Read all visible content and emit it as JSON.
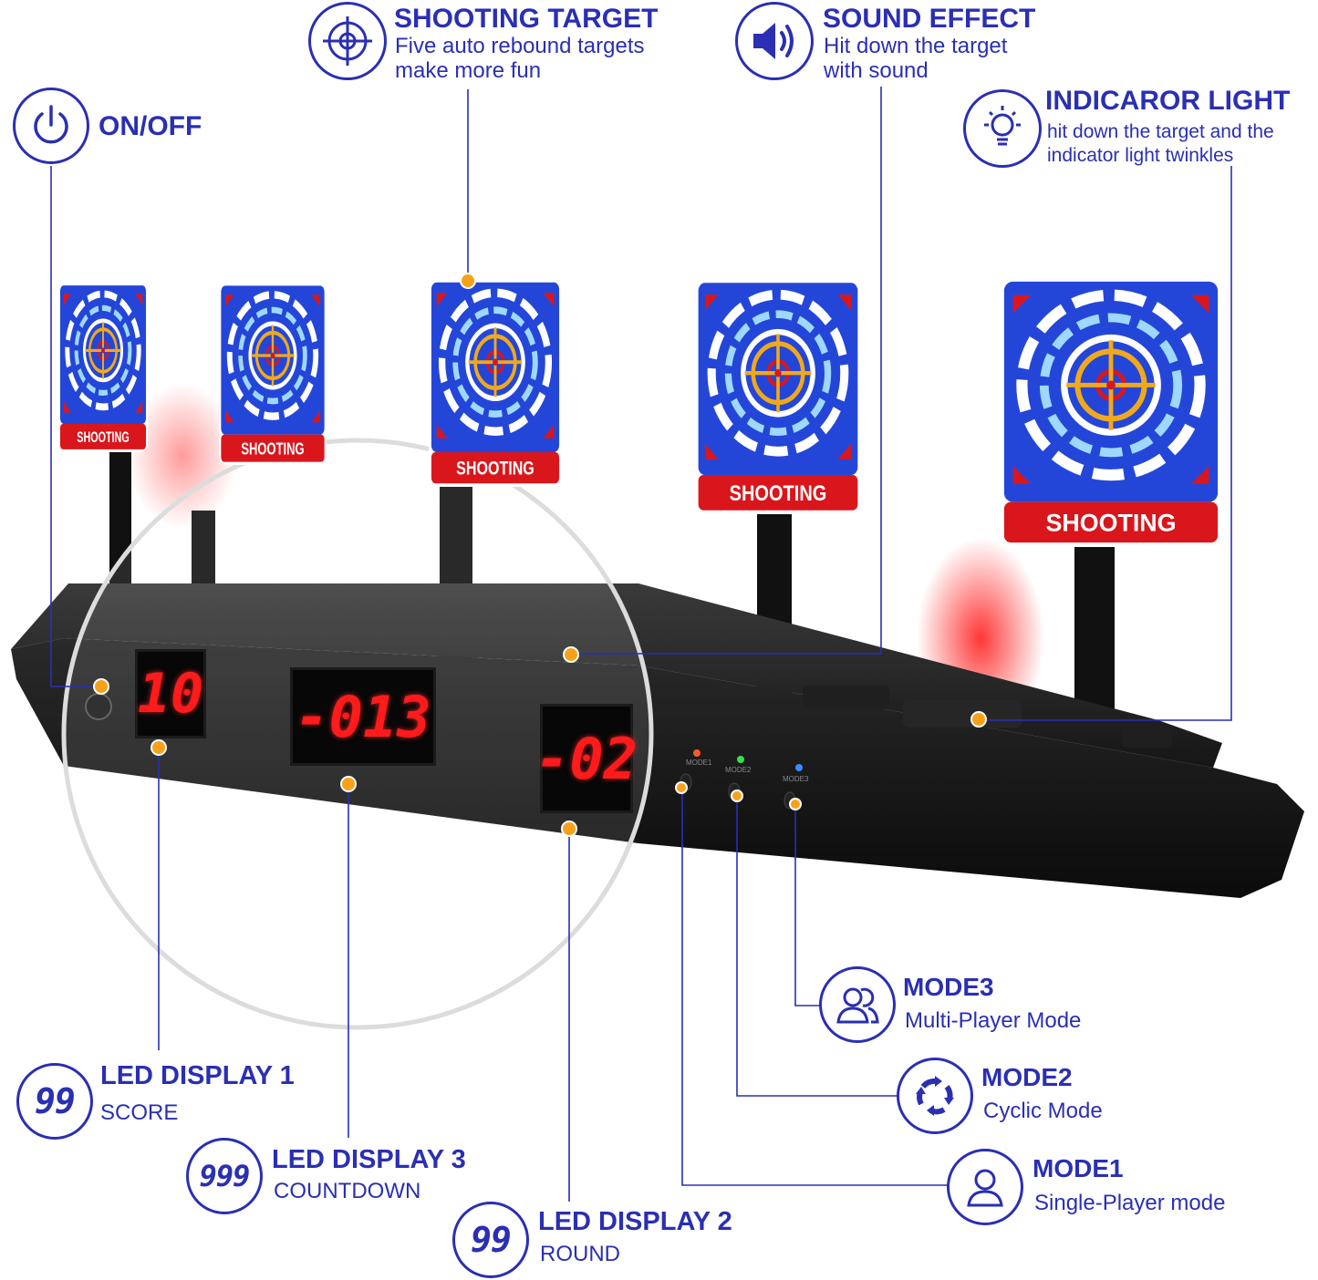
{
  "on_off": {
    "title": "ON/OFF"
  },
  "shooting_target": {
    "title": "SHOOTING  TARGET",
    "line1": "Five  auto rebound targets",
    "line2": "make more fun"
  },
  "sound_effect": {
    "title": "SOUND EFFECT",
    "line1": "Hit down the target",
    "line2": "with sound"
  },
  "indicator_light": {
    "title": "INDICAROR LIGHT",
    "line1": "hit down the target and the",
    "line2": "indicator light twinkles"
  },
  "target_label": "SHOOTING",
  "led_display_1": {
    "title": "LED DISPLAY 1",
    "sub": "SCORE",
    "icon_digits": "99"
  },
  "led_display_3": {
    "title": "LED DISPLAY 3",
    "sub": "COUNTDOWN",
    "icon_digits": "999"
  },
  "led_display_2": {
    "title": "LED DISPLAY 2",
    "sub": "ROUND",
    "icon_digits": "99"
  },
  "mode3": {
    "title": "MODE3",
    "sub": "Multi-Player Mode"
  },
  "mode2": {
    "title": "MODE2",
    "sub": "Cyclic Mode"
  },
  "mode1": {
    "title": "MODE1",
    "sub": "Single-Player mode"
  },
  "device": {
    "display_score": "10",
    "display_countdown": "-013",
    "display_round": "-02",
    "mode_labels": [
      "MODE1",
      "MODE2",
      "MODE3"
    ]
  },
  "colors": {
    "accent": "#2a2fb3",
    "callout_dot": "#f7a11a",
    "target_blue": "#2446d8",
    "target_red": "#d9161c"
  }
}
